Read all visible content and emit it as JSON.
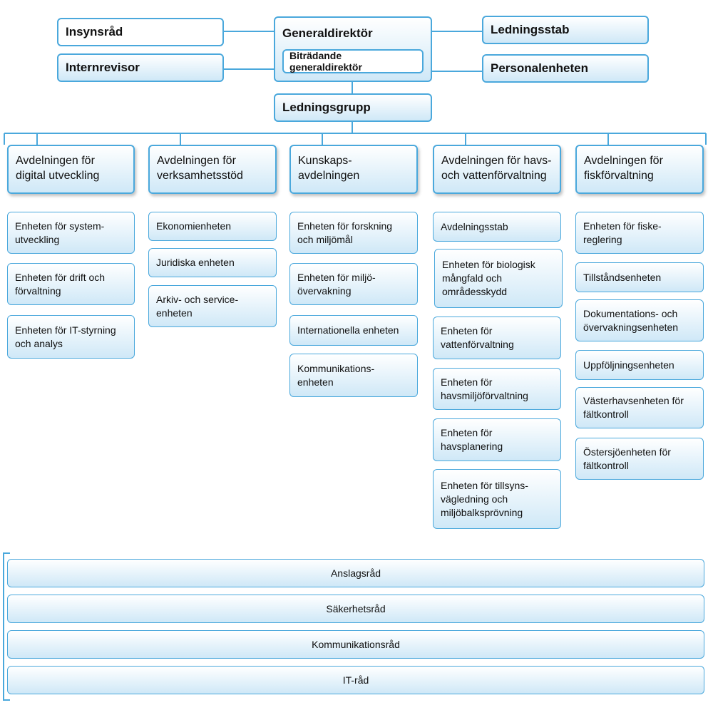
{
  "top": {
    "insynsrad": "Insynsråd",
    "internrevisor": "Internrevisor",
    "generaldirektor": "Generaldirektör",
    "bitradande": "Biträdande generaldirektör",
    "ledningsstab": "Ledningsstab",
    "personalenheten": "Personalenheten",
    "ledningsgrupp": "Ledningsgrupp"
  },
  "departments": [
    {
      "name": "Avdelningen för\ndigital utveckling",
      "units": [
        "Enheten för system-\nutveckling",
        "Enheten för drift och\nförvaltning",
        "Enheten för IT-styrning\noch analys"
      ]
    },
    {
      "name": "Avdelningen för\nverksamhetsstöd",
      "units": [
        "Ekonomienheten",
        "Juridiska enheten",
        "Arkiv- och service-\nenheten"
      ]
    },
    {
      "name": "Kunskaps-\navdelningen",
      "units": [
        "Enheten för forskning\noch miljömål",
        "Enheten för miljö-\növervakning",
        "Internationella enheten",
        "Kommunikations-\nenheten"
      ]
    },
    {
      "name": "Avdelningen för havs-\noch vattenförvaltning",
      "units": [
        "Avdelningsstab",
        "Enheten för biologisk\nmångfald och\nområdesskydd",
        "Enheten för\nvattenförvaltning",
        "Enheten för\nhavsmiljöförvaltning",
        "Enheten för\nhavsplanering",
        "Enheten för tillsyns-\nvägledning och\nmiljöbalksprövning"
      ]
    },
    {
      "name": "Avdelningen för\nfiskförvaltning",
      "units": [
        "Enheten för fiske-\nreglering",
        "Tillståndsenheten",
        "Dokumentations- och\növervakningsenheten",
        "Uppföljningsenheten",
        "Västerhavsenheten för\nfältkontroll",
        "Östersjöenheten för\nfältkontroll"
      ]
    }
  ],
  "councils": [
    "Anslagsråd",
    "Säkerhetsråd",
    "Kommunikationsråd",
    "IT-råd"
  ],
  "colors": {
    "border": "#4aa8dc",
    "fill_bottom": "#cfe8f7"
  }
}
